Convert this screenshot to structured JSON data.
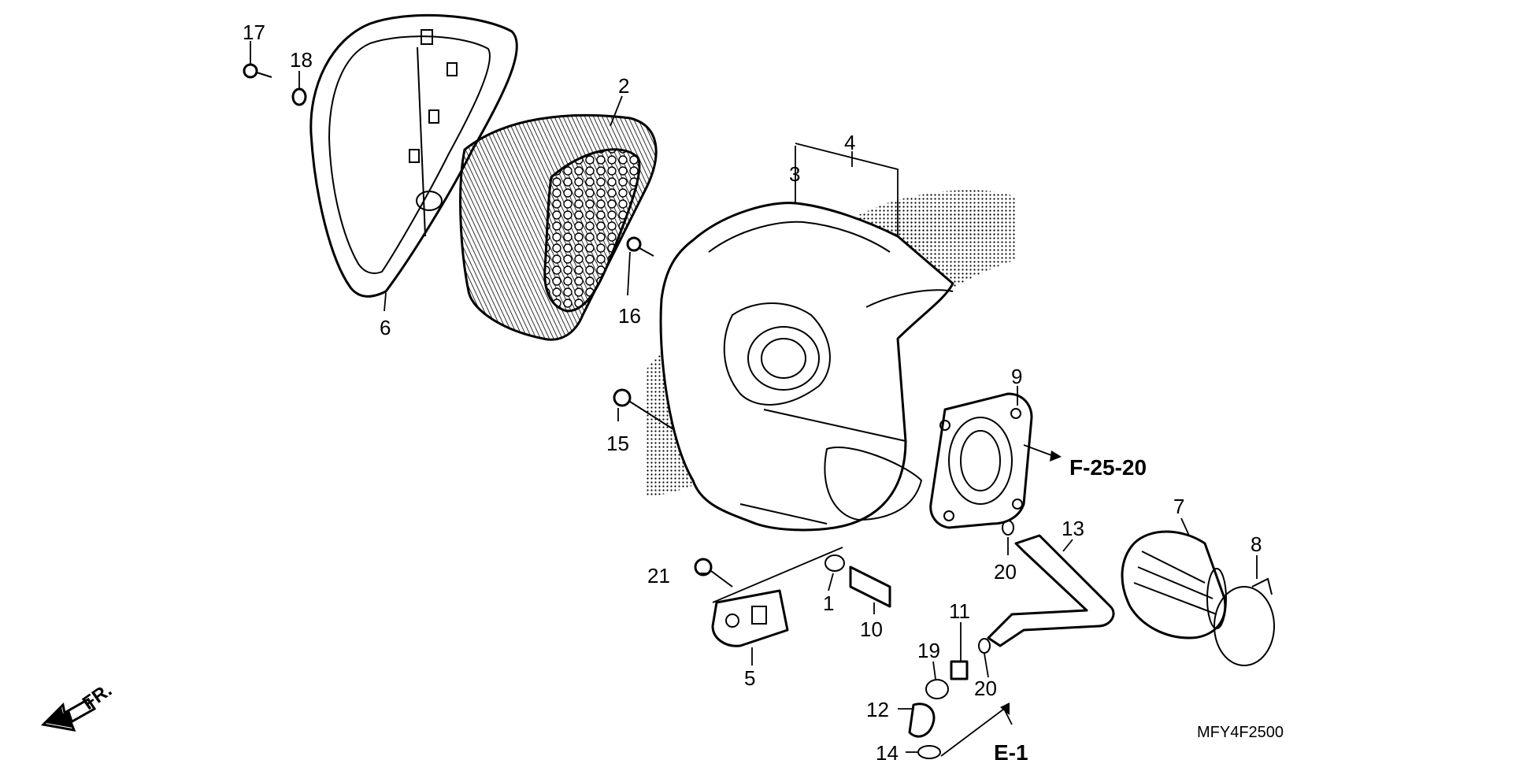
{
  "diagram": {
    "code": "MFY4F2500",
    "refs": {
      "f25": "F-25-20",
      "e1": "E-1"
    },
    "front_label": "FR.",
    "callouts": {
      "p1": "1",
      "p2": "2",
      "p3": "3",
      "p4": "4",
      "p5": "5",
      "p6": "6",
      "p7": "7",
      "p8": "8",
      "p9": "9",
      "p10": "10",
      "p11": "11",
      "p12": "12",
      "p13": "13",
      "p14": "14",
      "p15": "15",
      "p16": "16",
      "p17": "17",
      "p18": "18",
      "p19": "19",
      "p20a": "20",
      "p20b": "20",
      "p21": "21"
    }
  }
}
